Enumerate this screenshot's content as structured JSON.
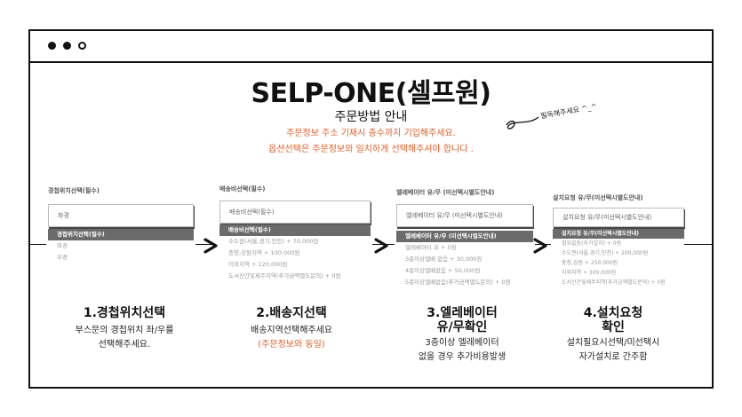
{
  "title": "SELP-ONE(셀프원)",
  "subtitle": "주문방법 안내",
  "notes": [
    "주문정보 주소 기재시  층수까지 기입해주세요.",
    "옵션선택은 주문정보와 일치하게 선택해주셔야 합니다 ."
  ],
  "handwritten_note": "필독해주세요 ^_^",
  "panels": [
    {
      "label": "경첩위치선택(필수)",
      "select": "좌경",
      "options": [
        "경첩위치선택(필수)",
        "좌경",
        "우경"
      ]
    },
    {
      "label": "배송비선택(필수)",
      "select": "배송비선택(필수)",
      "options": [
        "배송비선택(필수)",
        "수도권(서울,경기,인천) + 70,000원",
        "충청,강원지역 + 100,000원",
        "이외지역 + 120,000원",
        "도서산간및제주지역(추가금액별도문의) + 0원"
      ]
    },
    {
      "label": "엘레베이터 유/무 (미선택시별도안내)",
      "select": "엘레베이터 유/무 (미선택시별도안내)",
      "options": [
        "엘레베이터 유/무 (미선택시별도안내)",
        "엘레베이터 유 + 0원",
        "3층이상엘베 없음 + 30,000원",
        "4층이상엘베없음 + 50,000원",
        "5층이상엘베없음(추가금액별도문의) + 0원"
      ]
    },
    {
      "label": "설치요청 유/무(미선택시별도안내)",
      "select": "설치요청 유/무(미선택시별도안내)",
      "options": [
        "설치요청 유/무(미선택시별도안내)",
        "필요없음(자가설치) + 0원",
        "수도권(서울,경기,인천) + 200,000원",
        "충청,강원 + 250,000원",
        "이외지역 + 300,000원",
        "도서산간및제주지역(추가금액별도문의) + 0원"
      ]
    }
  ],
  "steps": [
    {
      "title": "1.경첩위치선택",
      "lines": [
        "부스문의 경첩위치 좌/우를",
        "선택해주세요."
      ]
    },
    {
      "title": "2.배송지선택",
      "lines": [
        "배송지역선택해주세요"
      ],
      "note": "(주문정보와 동일)"
    },
    {
      "title_lines": [
        "3.엘레베이터",
        "유/무확인"
      ],
      "lines": [
        "3층이상 엘레베이터",
        "없을 경우 추가비용발생"
      ]
    },
    {
      "title_lines": [
        "4.설치요청",
        "확인"
      ],
      "lines": [
        "설치필요시선택/미선택시",
        "자가설치로 간주함"
      ]
    }
  ],
  "colors": {
    "accent": "#e0602a",
    "selected": "#6b6b6b",
    "ink": "#111111"
  }
}
